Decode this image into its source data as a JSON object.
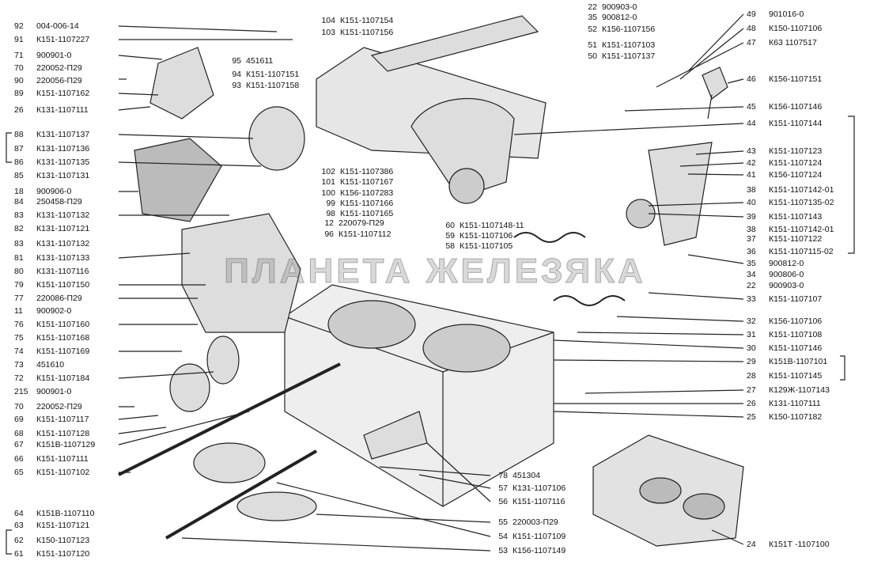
{
  "watermark": "ПЛАНЕТА ЖЕЛЕЗЯКА",
  "left_labels": [
    {
      "n": "92",
      "code": "004-006-14"
    },
    {
      "n": "91",
      "code": "К151-1107227"
    },
    {
      "n": "71",
      "code": "900901-0"
    },
    {
      "n": "70",
      "code": "220052-П29"
    },
    {
      "n": "90",
      "code": "220056-П29"
    },
    {
      "n": "89",
      "code": "К151-1107162"
    },
    {
      "n": "26",
      "code": "К131-1107111"
    },
    {
      "n": "88",
      "code": "К131-1107137"
    },
    {
      "n": "87",
      "code": "К131-1107136"
    },
    {
      "n": "86",
      "code": "К131-1107135"
    },
    {
      "n": "85",
      "code": "К131-1107131"
    },
    {
      "n": "18",
      "code": "900906-0"
    },
    {
      "n": "84",
      "code": "250458-П29"
    },
    {
      "n": "83",
      "code": "К131-1107132"
    },
    {
      "n": "82",
      "code": "К131-1107121"
    },
    {
      "n": "83",
      "code": "К131-1107132"
    },
    {
      "n": "81",
      "code": "К131-1107133"
    },
    {
      "n": "80",
      "code": "К131-1107116"
    },
    {
      "n": "79",
      "code": "К151-1107150"
    },
    {
      "n": "77",
      "code": "220086-П29"
    },
    {
      "n": "11",
      "code": "900902-0"
    },
    {
      "n": "76",
      "code": "К151-1107160"
    },
    {
      "n": "75",
      "code": "К151-1107168"
    },
    {
      "n": "74",
      "code": "К151-1107169"
    },
    {
      "n": "73",
      "code": "451610"
    },
    {
      "n": "72",
      "code": "К151-1107184"
    },
    {
      "n": "215",
      "code": "900901-0"
    },
    {
      "n": "70",
      "code": "220052-П29"
    },
    {
      "n": "69",
      "code": "К151-1107117"
    },
    {
      "n": "68",
      "code": "К151-1107128"
    },
    {
      "n": "67",
      "code": "К151В-1107129"
    },
    {
      "n": "66",
      "code": "К151-1107111"
    },
    {
      "n": "65",
      "code": "К151-1107102"
    },
    {
      "n": "64",
      "code": "К151В-1107110"
    },
    {
      "n": "63",
      "code": "К151-1107121"
    },
    {
      "n": "62",
      "code": "К150-1107123"
    },
    {
      "n": "61",
      "code": "К151-1107120"
    }
  ],
  "right_labels": [
    {
      "n": "49",
      "code": "901016-0"
    },
    {
      "n": "48",
      "code": "К150-1107106"
    },
    {
      "n": "47",
      "code": "К63 1107517"
    },
    {
      "n": "46",
      "code": "К156-1107151"
    },
    {
      "n": "45",
      "code": "К156-1107146"
    },
    {
      "n": "44",
      "code": "К151-1107144"
    },
    {
      "n": "43",
      "code": "К151-1107123"
    },
    {
      "n": "42",
      "code": "К151-1107124"
    },
    {
      "n": "41",
      "code": "К156-1107124"
    },
    {
      "n": "38",
      "code": "К151-1107142-01"
    },
    {
      "n": "40",
      "code": "К151-1107135-02"
    },
    {
      "n": "39",
      "code": "К151-1107143"
    },
    {
      "n": "38",
      "code": "К151-1107142-01"
    },
    {
      "n": "37",
      "code": "К151-1107122"
    },
    {
      "n": "36",
      "code": "К151-1107115-02"
    },
    {
      "n": "35",
      "code": "900812-0"
    },
    {
      "n": "34",
      "code": "900806-0"
    },
    {
      "n": "22",
      "code": "900903-0"
    },
    {
      "n": "33",
      "code": "К151-1107107"
    },
    {
      "n": "32",
      "code": "К156-1107106"
    },
    {
      "n": "31",
      "code": "К151-1107108"
    },
    {
      "n": "30",
      "code": "К151-1107146"
    },
    {
      "n": "29",
      "code": "К151В-1107101"
    },
    {
      "n": "28",
      "code": "К151-1107145"
    },
    {
      "n": "27",
      "code": "К129Ж-1107143"
    },
    {
      "n": "26",
      "code": "К131-1107111"
    },
    {
      "n": "25",
      "code": "К150-1107182"
    },
    {
      "n": "24",
      "code": "К151Т -1107100"
    }
  ],
  "center_labels": [
    {
      "n": "104",
      "code": "К151-1107154"
    },
    {
      "n": "103",
      "code": "К151-1107156"
    },
    {
      "n": "95",
      "code": "451611"
    },
    {
      "n": "94",
      "code": "К151-1107151"
    },
    {
      "n": "93",
      "code": "К151-1107158"
    },
    {
      "n": "22",
      "code": "900903-0"
    },
    {
      "n": "35",
      "code": "900812-0"
    },
    {
      "n": "52",
      "code": "К156-1107156"
    },
    {
      "n": "51",
      "code": "К151-1107103"
    },
    {
      "n": "50",
      "code": "К151-1107137"
    },
    {
      "n": "102",
      "code": "К151-1107386"
    },
    {
      "n": "101",
      "code": "К151-1107167"
    },
    {
      "n": "100",
      "code": "К156-1107283"
    },
    {
      "n": "99",
      "code": "К151-1107166"
    },
    {
      "n": "98",
      "code": "К151-1107165"
    },
    {
      "n": "12",
      "code": "220079-П29"
    },
    {
      "n": "96",
      "code": "К151-1107112"
    },
    {
      "n": "60",
      "code": "К151-1107148-11"
    },
    {
      "n": "59",
      "code": "К151-1107106"
    },
    {
      "n": "58",
      "code": "К151-1107105"
    },
    {
      "n": "78",
      "code": "451304"
    },
    {
      "n": "57",
      "code": "К131-1107106"
    },
    {
      "n": "56",
      "code": "К151-1107116"
    },
    {
      "n": "55",
      "code": "220003-П29"
    },
    {
      "n": "54",
      "code": "К151-1107109"
    },
    {
      "n": "53",
      "code": "К156-1107149"
    }
  ]
}
